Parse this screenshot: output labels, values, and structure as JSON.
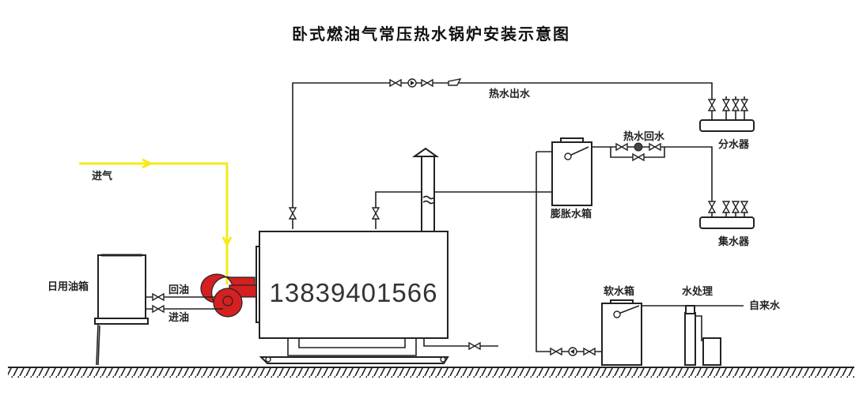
{
  "title": "卧式燃油气常压热水锅炉安装示意图",
  "labels": {
    "hot_water_out": "热水出水",
    "hot_water_return": "热水回水",
    "expansion_tank": "膨胀水箱",
    "distributor": "分水器",
    "collector": "集水器",
    "air_intake": "进气",
    "daily_oil_tank": "日用油箱",
    "oil_return": "回油",
    "oil_inlet": "进油",
    "soft_water_tank": "软水箱",
    "water_treatment": "水处理",
    "tap_water": "自来水"
  },
  "boiler": {
    "phone_number": "13839401566"
  },
  "colors": {
    "air_line": "#f5ea1a",
    "burner": "#d42020",
    "line": "#222222",
    "background": "#ffffff"
  },
  "icons": [
    "valve-icon",
    "pump-icon",
    "check-valve-icon",
    "chimney-icon",
    "burner-icon",
    "float-valve-icon",
    "ground-hatch-icon"
  ]
}
